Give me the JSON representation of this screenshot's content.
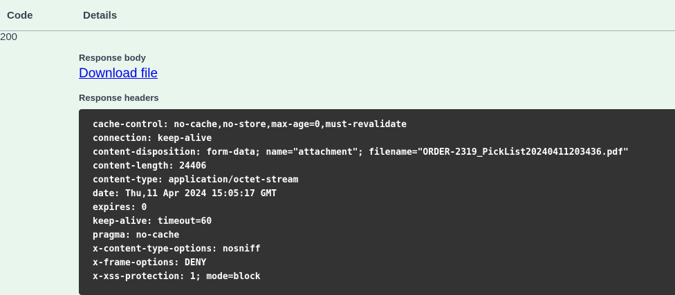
{
  "table": {
    "headers": {
      "code": "Code",
      "details": "Details"
    },
    "rows": [
      {
        "code": "200",
        "response_body_label": "Response body",
        "download_link": "Download file",
        "response_headers_label": "Response headers",
        "response_headers": [
          "cache-control: no-cache,no-store,max-age=0,must-revalidate",
          "connection: keep-alive",
          "content-disposition: form-data; name=\"attachment\"; filename=\"ORDER-2319_PickList20240411203436.pdf\"",
          "content-length: 24406",
          "content-type: application/octet-stream",
          "date: Thu,11 Apr 2024 15:05:17 GMT",
          "expires: 0",
          "keep-alive: timeout=60",
          "pragma: no-cache",
          "x-content-type-options: nosniff",
          "x-frame-options: DENY",
          "x-xss-protection: 1; mode=block"
        ]
      }
    ]
  },
  "colors": {
    "page_background": "#e8f6ee",
    "text": "#3b4151",
    "divider": "#9fb1ac",
    "code_block_background": "#333333",
    "code_text": "#ffffff",
    "link": "#0000ee"
  }
}
